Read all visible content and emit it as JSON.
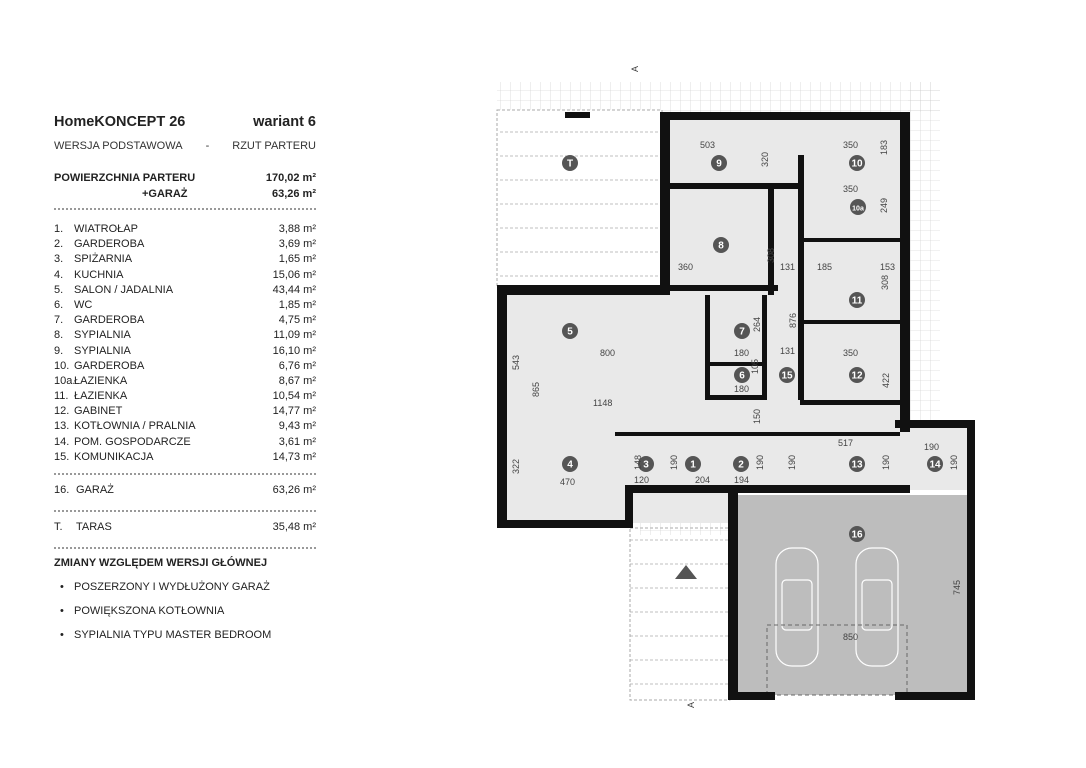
{
  "header": {
    "title": "HomeKONCEPT 26",
    "variant": "wariant 6",
    "version": "WERSJA  PODSTAWOWA",
    "dash": "-",
    "view": "RZUT PARTERU"
  },
  "summary": {
    "area_label": "POWIERZCHNIA PARTERU",
    "area_value": "170,02 m²",
    "garage_label": "+GARAŻ",
    "garage_value": "63,26 m²"
  },
  "rooms": [
    {
      "num": "1.",
      "name": "WIATROŁAP",
      "area": "3,88 m²"
    },
    {
      "num": "2.",
      "name": "GARDEROBA",
      "area": "3,69 m²"
    },
    {
      "num": "3.",
      "name": "SPIŻARNIA",
      "area": "1,65 m²"
    },
    {
      "num": "4.",
      "name": "KUCHNIA",
      "area": "15,06 m²"
    },
    {
      "num": "5.",
      "name": "SALON / JADALNIA",
      "area": "43,44 m²"
    },
    {
      "num": "6.",
      "name": "WC",
      "area": "1,85 m²"
    },
    {
      "num": "7.",
      "name": "GARDEROBA",
      "area": "4,75 m²"
    },
    {
      "num": "8.",
      "name": "SYPIALNIA",
      "area": "11,09 m²"
    },
    {
      "num": "9.",
      "name": "SYPIALNIA",
      "area": "16,10 m²"
    },
    {
      "num": "10.",
      "name": "GARDEROBA",
      "area": "6,76 m²"
    },
    {
      "num": "10a.",
      "name": "ŁAZIENKA",
      "area": "8,67 m²"
    },
    {
      "num": "11.",
      "name": "ŁAZIENKA",
      "area": "10,54 m²"
    },
    {
      "num": "12.",
      "name": "GABINET",
      "area": "14,77 m²"
    },
    {
      "num": "13.",
      "name": "KOTŁOWNIA / PRALNIA",
      "area": "9,43 m²"
    },
    {
      "num": "14.",
      "name": "POM. GOSPODARCZE",
      "area": "3,61 m²"
    },
    {
      "num": "15.",
      "name": "KOMUNIKACJA",
      "area": "14,73 m²"
    }
  ],
  "garage": {
    "num": "16.",
    "name": "GARAŻ",
    "area": "63,26 m²"
  },
  "terrace": {
    "num": "T.",
    "name": "TARAS",
    "area": "35,48 m²"
  },
  "changes": {
    "title": "ZMIANY WZGLĘDEM WERSJI GŁÓWNEJ",
    "bullet": "•",
    "items": [
      "POSZERZONY I WYDŁUŻONY GARAŻ",
      "POWIĘKSZONA KOTŁOWNIA",
      "SYPIALNIA TYPU MASTER BEDROOM"
    ]
  },
  "plan": {
    "section_mark": "A",
    "markers": [
      "1",
      "2",
      "3",
      "4",
      "5",
      "6",
      "7",
      "8",
      "9",
      "10",
      "10a",
      "11",
      "12",
      "13",
      "14",
      "15",
      "16",
      "T"
    ],
    "dimensions": [
      "503",
      "320",
      "350",
      "183",
      "350",
      "249",
      "360",
      "308",
      "131",
      "185",
      "153",
      "308",
      "264",
      "180",
      "876",
      "180",
      "105",
      "131",
      "350",
      "422",
      "800",
      "543",
      "865",
      "1148",
      "150",
      "322",
      "470",
      "148",
      "120",
      "190",
      "204",
      "190",
      "194",
      "190",
      "517",
      "190",
      "190",
      "190",
      "745",
      "850"
    ]
  }
}
